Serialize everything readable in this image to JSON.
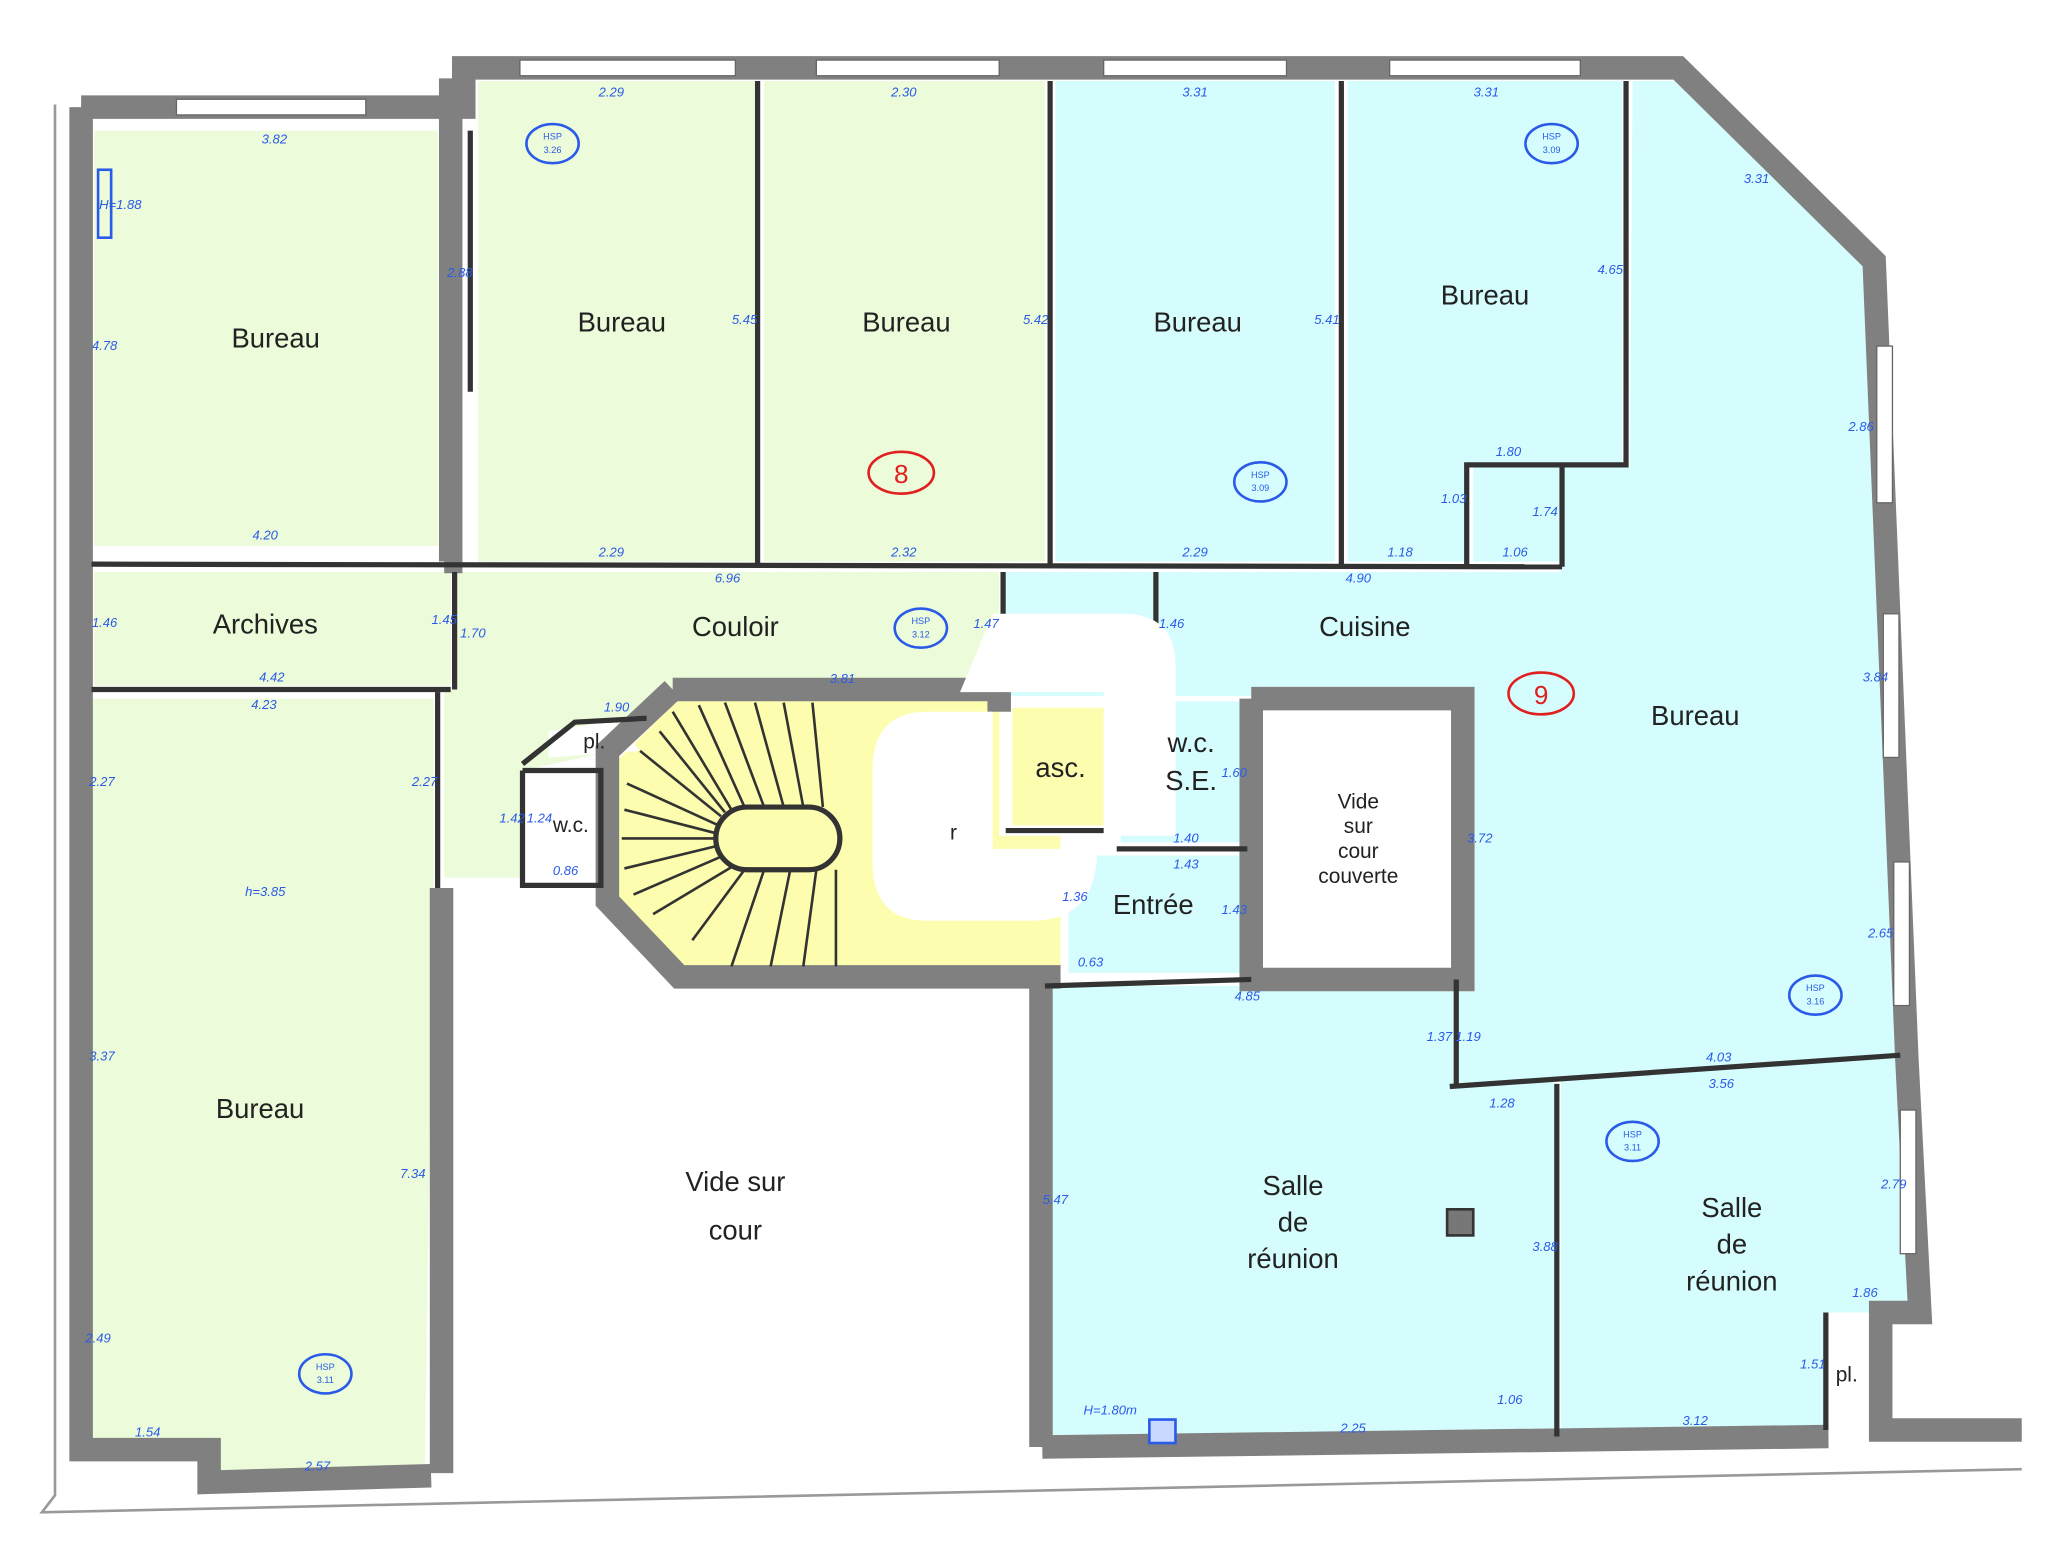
{
  "plan": {
    "colors": {
      "lot8": "#ecfbd9",
      "lot9": "#d6fdfd",
      "common": "#fdfdb0",
      "void": "#ffffff",
      "wall": "#808080",
      "dimension": "#2a5ae8",
      "lot_marker": "#e02020"
    },
    "lots": [
      {
        "number": "8"
      },
      {
        "number": "9"
      }
    ],
    "rooms": {
      "bureau_tl": "Bureau",
      "bureau_t2": "Bureau",
      "bureau_t3": "Bureau",
      "bureau_t4": "Bureau",
      "bureau_t5": "Bureau",
      "bureau_right": "Bureau",
      "archives": "Archives",
      "couloir": "Couloir",
      "cuisine": "Cuisine",
      "bureau_bl": "Bureau",
      "vide_cour_1": "Vide sur",
      "vide_cour_2": "cour",
      "asc": "asc.",
      "wc": "w.c.",
      "wc_se_1": "w.c.",
      "wc_se_2": "S.E.",
      "pl_top": "pl.",
      "pl_bottom": "pl.",
      "entree": "Entrée",
      "palier": "r",
      "vide_couverte": [
        "Vide",
        "sur",
        "cour",
        "couverte"
      ],
      "salle1": [
        "Salle",
        "de",
        "réunion"
      ],
      "salle2": [
        "Salle",
        "de",
        "réunion"
      ]
    },
    "hsp": [
      {
        "label": "HSP",
        "value": "3.26"
      },
      {
        "label": "HSP",
        "value": "3.09"
      },
      {
        "label": "HSP",
        "value": "3.09"
      },
      {
        "label": "HSP",
        "value": "3.12"
      },
      {
        "label": "HSP",
        "value": "3.16"
      },
      {
        "label": "HSP",
        "value": "3.11"
      },
      {
        "label": "HSP",
        "value": "3.11"
      }
    ],
    "dimensions": [
      "2.29",
      "2.30",
      "3.31",
      "3.31",
      "3.82",
      "5.45",
      "5.42",
      "5.41",
      "4.65",
      "3.31",
      "4.78",
      "2.88",
      "4.20",
      "2.29",
      "2.32",
      "2.29",
      "1.80",
      "1.03",
      "1.74",
      "1.18",
      "1.06",
      "4.90",
      "6.96",
      "2.86",
      "1.46",
      "1.45",
      "1.70",
      "4.42",
      "4.23",
      "3.81",
      "1.90",
      "1.47",
      "1.46",
      "2.27",
      "2.27",
      "1.42",
      "1.24",
      "0.86",
      "1.40",
      "1.43",
      "1.60",
      "1.43",
      "1.36",
      "0.63",
      "4.85",
      "3.72",
      "3.84",
      "2.65",
      "4.03",
      "3.56",
      "1.37",
      "1.19",
      "1.28",
      "3.37",
      "7.34",
      "h=3.85",
      "5.47",
      "3.88",
      "2.49",
      "1.54",
      "2.57",
      "1.06",
      "2.25",
      "2.79",
      "1.86",
      "1.51",
      "3.12",
      "H=1.80m",
      "H=1.88"
    ]
  }
}
